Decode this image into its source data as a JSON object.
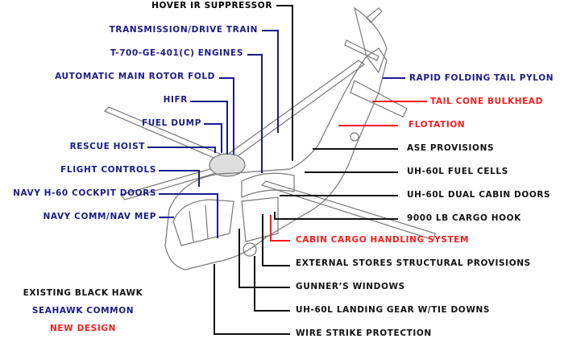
{
  "colors": {
    "existing": "#111111",
    "seahawk_common": "#1a1a8c",
    "new_design": "#ff1a1a",
    "drawing": "#777777"
  },
  "labels_left": [
    {
      "id": "hover-ir-suppressor",
      "text": "HOVER IR SUPPRESSOR",
      "category": "existing"
    },
    {
      "id": "transmission-drive-train",
      "text": "TRANSMISSION/DRIVE TRAIN",
      "category": "seahawk_common"
    },
    {
      "id": "t700-engines",
      "text": "T-700-GE-401(C) ENGINES",
      "category": "seahawk_common"
    },
    {
      "id": "automatic-main-rotor-fold",
      "text": "AUTOMATIC MAIN ROTOR FOLD",
      "category": "seahawk_common"
    },
    {
      "id": "hifr",
      "text": "HIFR",
      "category": "seahawk_common"
    },
    {
      "id": "fuel-dump",
      "text": "FUEL DUMP",
      "category": "seahawk_common"
    },
    {
      "id": "rescue-hoist",
      "text": "RESCUE HOIST",
      "category": "seahawk_common"
    },
    {
      "id": "flight-controls",
      "text": "FLIGHT CONTROLS",
      "category": "seahawk_common"
    },
    {
      "id": "navy-h60-cockpit-doors",
      "text": "NAVY H-60 COCKPIT DOORS",
      "category": "seahawk_common"
    },
    {
      "id": "navy-comm-nav-mep",
      "text": "NAVY COMM/NAV MEP",
      "category": "seahawk_common"
    }
  ],
  "labels_right": [
    {
      "id": "rapid-folding-tail-pylon",
      "text": "RAPID FOLDING TAIL PYLON",
      "category": "seahawk_common"
    },
    {
      "id": "tail-cone-bulkhead",
      "text": "TAIL CONE BULKHEAD",
      "category": "new_design"
    },
    {
      "id": "flotation",
      "text": "FLOTATION",
      "category": "new_design"
    },
    {
      "id": "ase-provisions",
      "text": "ASE PROVISIONS",
      "category": "existing"
    },
    {
      "id": "uh60l-fuel-cells",
      "text": "UH-60L FUEL CELLS",
      "category": "existing"
    },
    {
      "id": "uh60l-dual-cabin-doors",
      "text": "UH-60L DUAL CABIN DOORS",
      "category": "existing"
    },
    {
      "id": "cargo-hook",
      "text": "9000 LB CARGO HOOK",
      "category": "existing"
    },
    {
      "id": "cabin-cargo-handling",
      "text": "CABIN CARGO HANDLING SYSTEM",
      "category": "new_design"
    },
    {
      "id": "external-stores",
      "text": "EXTERNAL STORES STRUCTURAL PROVISIONS",
      "category": "existing"
    },
    {
      "id": "gunners-windows",
      "text": "GUNNER’S WINDOWS",
      "category": "existing"
    },
    {
      "id": "landing-gear",
      "text": "UH-60L LANDING GEAR W/TIE DOWNS",
      "category": "existing"
    },
    {
      "id": "wire-strike",
      "text": "WIRE STRIKE PROTECTION",
      "category": "existing"
    }
  ],
  "legend": [
    {
      "text": "EXISTING BLACK HAWK",
      "category": "existing"
    },
    {
      "text": "SEAHAWK COMMON",
      "category": "seahawk_common"
    },
    {
      "text": "NEW DESIGN",
      "category": "new_design"
    }
  ]
}
